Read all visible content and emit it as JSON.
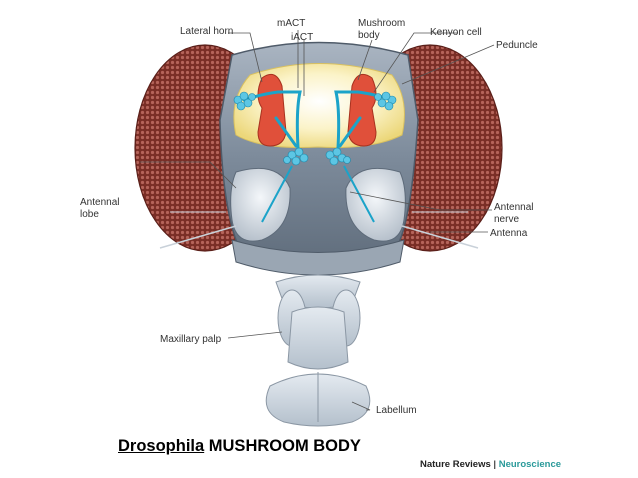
{
  "labels": {
    "lateral_horn": "Lateral horn",
    "mact": "mACT",
    "iact": "iACT",
    "mushroom_body_line1": "Mushroom",
    "mushroom_body_line2": "body",
    "kenyon_cell": "Kenyon cell",
    "peduncle": "Peduncle",
    "antennal_lobe_line1": "Antennal",
    "antennal_lobe_line2": "lobe",
    "antennal_nerve_line1": "Antennal",
    "antennal_nerve_line2": "nerve",
    "antenna": "Antenna",
    "maxillary_palp": "Maxillary palp",
    "labellum": "Labellum"
  },
  "caption": {
    "species": "Drosophila",
    "title": " MUSHROOM BODY"
  },
  "credit": {
    "publisher": "Nature Reviews",
    "separator": " | ",
    "journal": "Neuroscience"
  },
  "colors": {
    "eye": "#8a3a30",
    "head_capsule": "#8d9aa8",
    "brain": "#f3e7a6",
    "mushroom_body": "#e0503a",
    "neuron_tracts": "#1ba3c9",
    "labellum": "#d6dde4"
  }
}
